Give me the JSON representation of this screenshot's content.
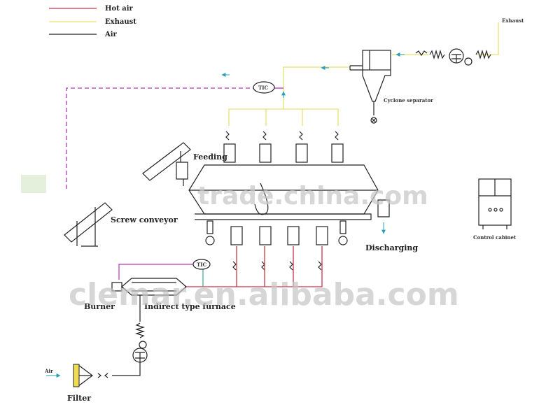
{
  "legend": {
    "hot_air": "Hot air",
    "exhaust": "Exhaust",
    "air": "Air"
  },
  "labels": {
    "exhaust_top": "Exhaust",
    "tic_top": "TIC",
    "tic_bottom": "TIC",
    "cyclone": "Cyclone separator",
    "feeding": "Feeding",
    "screw_conveyor": "Screw conveyor",
    "discharging": "Discharging",
    "control_cabinet": "Control cabinet",
    "burner": "Burner",
    "furnace": "Indirect type furnace",
    "air_in": "Air",
    "filter": "Filter"
  },
  "watermarks": {
    "top": "trade.china.com",
    "bottom": "clemar.en.alibaba.com"
  },
  "colors": {
    "hot_air": "#c8344c",
    "exhaust": "#e8e070",
    "air": "#222222",
    "recirculation": "#b03ab0",
    "air_feed": "#38a89a",
    "arrow": "#2aa0b0"
  }
}
